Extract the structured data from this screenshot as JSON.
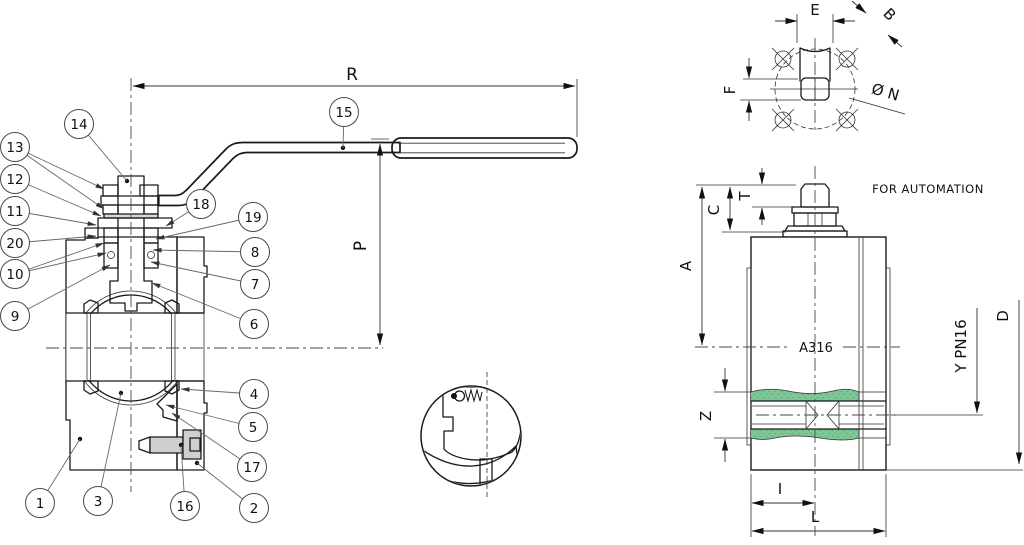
{
  "drawing": {
    "callouts": [
      "1",
      "2",
      "3",
      "4",
      "5",
      "6",
      "7",
      "8",
      "9",
      "10",
      "11",
      "12",
      "13",
      "14",
      "15",
      "16",
      "17",
      "18",
      "19",
      "20"
    ],
    "main_view": {
      "dim_r": "R",
      "dim_p": "P"
    },
    "top_view": {
      "dim_e": "E",
      "dim_b": "B",
      "dim_f": "F",
      "dim_n": "Ø N"
    },
    "side_view": {
      "dim_a": "A",
      "dim_c": "C",
      "dim_t": "T",
      "dim_z": "Z",
      "dim_i": "I",
      "dim_l": "L",
      "dim_d": "D",
      "dim_y": "Y PN16",
      "material_label": "A316",
      "automation_note": "FOR AUTOMATION"
    },
    "colors": {
      "body_green": "#77c28f",
      "end_cap_yellow": "#f6e944",
      "stem_pink": "#f8cfdf",
      "ball_blue": "#cfe8f8",
      "seat_orange": "#f08a1e",
      "gland_blue": "#2aa0e4",
      "packing_pale_green": "#d9edcf",
      "metal_gray": "#cfcfcf",
      "line": "#1a1a1a"
    }
  }
}
